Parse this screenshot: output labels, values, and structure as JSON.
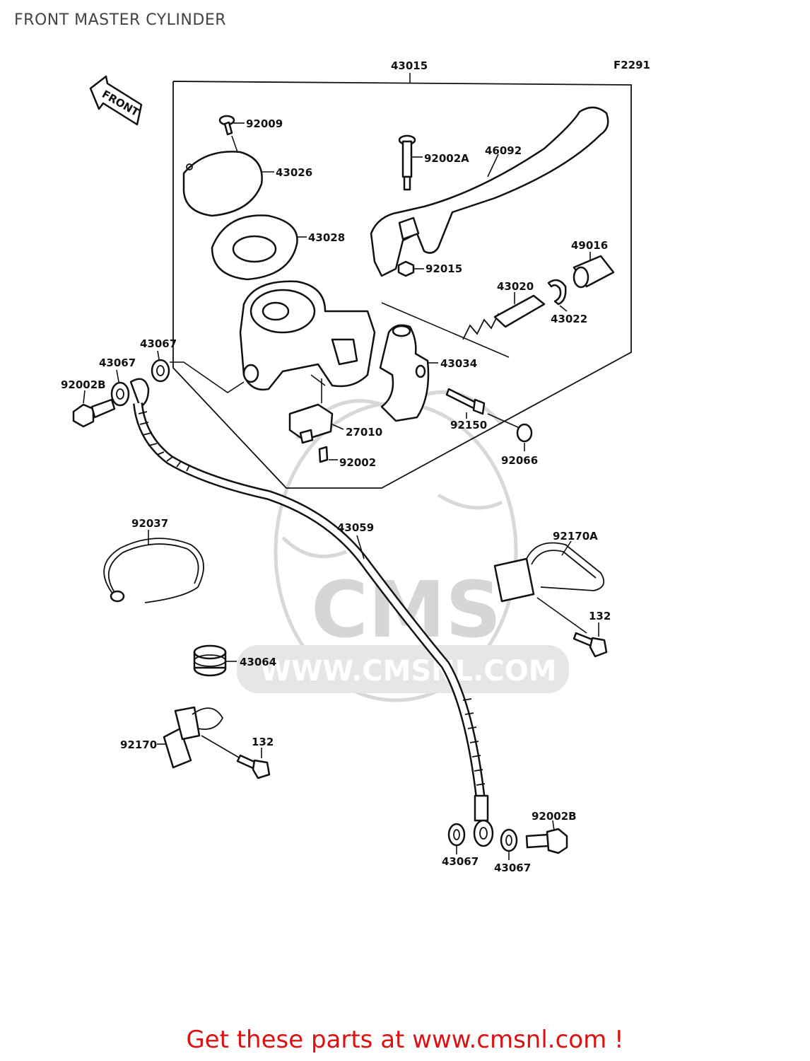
{
  "page": {
    "title": "FRONT MASTER CYLINDER",
    "figure_code": "F2291",
    "front_arrow": "FRONT",
    "footer": "Get these parts at www.cmsnl.com !"
  },
  "watermark": {
    "brand": "CMS",
    "url": "WWW.CMSNL.COM"
  },
  "parts": [
    {
      "id": "p43015",
      "number": "43015"
    },
    {
      "id": "p92009",
      "number": "92009"
    },
    {
      "id": "p43026",
      "number": "43026"
    },
    {
      "id": "p43028",
      "number": "43028"
    },
    {
      "id": "p92002A",
      "number": "92002A"
    },
    {
      "id": "p46092",
      "number": "46092"
    },
    {
      "id": "p92015",
      "number": "92015"
    },
    {
      "id": "p49016",
      "number": "49016"
    },
    {
      "id": "p43020",
      "number": "43020"
    },
    {
      "id": "p43022",
      "number": "43022"
    },
    {
      "id": "p43034",
      "number": "43034"
    },
    {
      "id": "p43067a",
      "number": "43067"
    },
    {
      "id": "p43067b",
      "number": "43067"
    },
    {
      "id": "p92002B_top",
      "number": "92002B"
    },
    {
      "id": "p27010",
      "number": "27010"
    },
    {
      "id": "p92002",
      "number": "92002"
    },
    {
      "id": "p92150",
      "number": "92150"
    },
    {
      "id": "p92066",
      "number": "92066"
    },
    {
      "id": "p92037",
      "number": "92037"
    },
    {
      "id": "p43059",
      "number": "43059"
    },
    {
      "id": "p92170A",
      "number": "92170A"
    },
    {
      "id": "p132a",
      "number": "132"
    },
    {
      "id": "p43064",
      "number": "43064"
    },
    {
      "id": "p92170",
      "number": "92170"
    },
    {
      "id": "p132b",
      "number": "132"
    },
    {
      "id": "p92002B_bottom",
      "number": "92002B"
    },
    {
      "id": "p43067c",
      "number": "43067"
    },
    {
      "id": "p43067d",
      "number": "43067"
    }
  ]
}
